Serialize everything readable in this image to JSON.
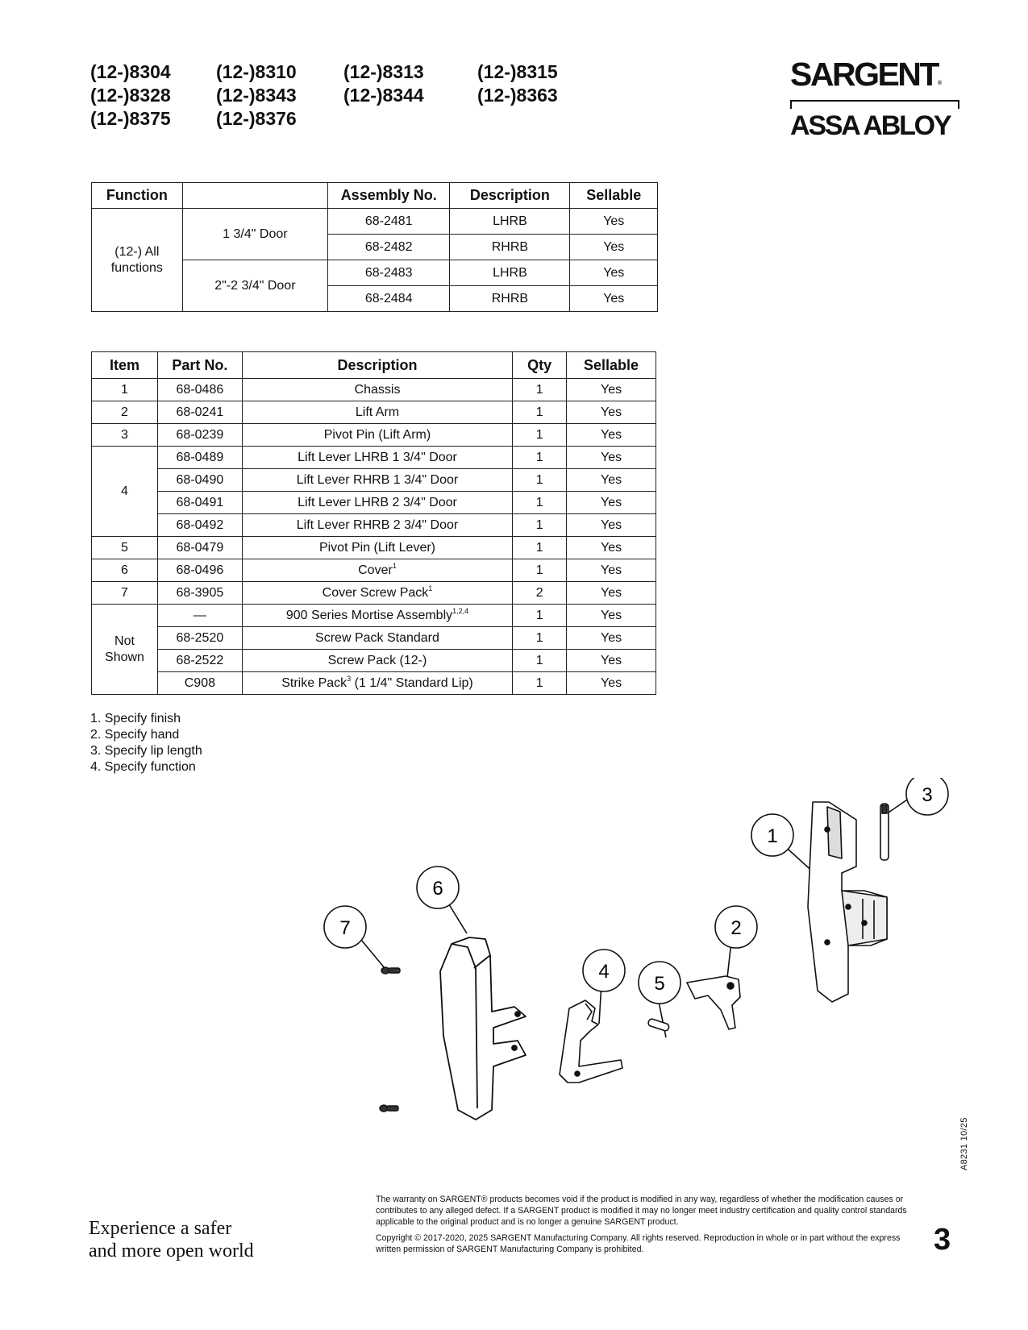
{
  "models": [
    "(12-)8304",
    "(12-)8310",
    "(12-)8313",
    "(12-)8315",
    "(12-)8328",
    "(12-)8343",
    "(12-)8344",
    "(12-)8363",
    "(12-)8375",
    "(12-)8376"
  ],
  "logo": {
    "brand": "SARGENT",
    "parent": "ASSA ABLOY"
  },
  "assembly_table": {
    "headers": [
      "Function",
      "",
      "Assembly No.",
      "Description",
      "Sellable"
    ],
    "function": "(12-) All functions",
    "door_1": "1 3/4\" Door",
    "door_2": "2\"-2 3/4\" Door",
    "rows": [
      {
        "assembly": "68-2481",
        "description": "LHRB",
        "sellable": "Yes"
      },
      {
        "assembly": "68-2482",
        "description": "RHRB",
        "sellable": "Yes"
      },
      {
        "assembly": "68-2483",
        "description": "LHRB",
        "sellable": "Yes"
      },
      {
        "assembly": "68-2484",
        "description": "RHRB",
        "sellable": "Yes"
      }
    ]
  },
  "parts_table": {
    "headers": [
      "Item",
      "Part No.",
      "Description",
      "Qty",
      "Sellable"
    ],
    "rows": [
      {
        "item": "1",
        "part": "68-0486",
        "desc": "Chassis",
        "qty": "1",
        "sellable": "Yes"
      },
      {
        "item": "2",
        "part": "68-0241",
        "desc": "Lift Arm",
        "qty": "1",
        "sellable": "Yes"
      },
      {
        "item": "3",
        "part": "68-0239",
        "desc": "Pivot Pin (Lift Arm)",
        "qty": "1",
        "sellable": "Yes"
      },
      {
        "item": "4",
        "part": "68-0489",
        "desc": "Lift Lever LHRB 1 3/4\" Door",
        "qty": "1",
        "sellable": "Yes"
      },
      {
        "item": "",
        "part": "68-0490",
        "desc": "Lift Lever RHRB 1 3/4\" Door",
        "qty": "1",
        "sellable": "Yes"
      },
      {
        "item": "",
        "part": "68-0491",
        "desc": "Lift Lever LHRB 2 3/4\" Door",
        "qty": "1",
        "sellable": "Yes"
      },
      {
        "item": "",
        "part": "68-0492",
        "desc": "Lift Lever RHRB 2 3/4\" Door",
        "qty": "1",
        "sellable": "Yes"
      },
      {
        "item": "5",
        "part": "68-0479",
        "desc": "Pivot Pin (Lift Lever)",
        "qty": "1",
        "sellable": "Yes"
      },
      {
        "item": "6",
        "part": "68-0496",
        "desc": "Cover",
        "sup": "1",
        "qty": "1",
        "sellable": "Yes"
      },
      {
        "item": "7",
        "part": "68-3905",
        "desc": "Cover Screw Pack",
        "sup": "1",
        "qty": "2",
        "sellable": "Yes"
      },
      {
        "item": "Not Shown",
        "part": "—",
        "desc": "900 Series Mortise Assembly",
        "sup": "1,2,4",
        "qty": "1",
        "sellable": "Yes"
      },
      {
        "item": "",
        "part": "68-2520",
        "desc": "Screw Pack Standard",
        "qty": "1",
        "sellable": "Yes"
      },
      {
        "item": "",
        "part": "68-2522",
        "desc": "Screw Pack (12-)",
        "qty": "1",
        "sellable": "Yes"
      },
      {
        "item": "",
        "part": "C908",
        "desc_pre": "Strike Pack",
        "sup": "3",
        "desc_post": " (1 1/4\" Standard Lip)",
        "qty": "1",
        "sellable": "Yes"
      }
    ]
  },
  "notes": [
    "1. Specify finish",
    "2. Specify hand",
    "3. Specify lip length",
    "4. Specify function"
  ],
  "diagram_callouts": [
    "1",
    "2",
    "3",
    "4",
    "5",
    "6",
    "7"
  ],
  "doc_number": "A8231 10/25",
  "tagline_1": "Experience a safer",
  "tagline_2": "and more open world",
  "warranty": "The warranty on SARGENT® products becomes void if the product is modified in any way, regardless of whether the modification causes or contributes to any alleged defect. If a SARGENT product is modified it may no longer meet industry certification and quality control standards applicable to the original product and is no longer a genuine SARGENT product.",
  "copyright": "Copyright © 2017-2020, 2025 SARGENT Manufacturing Company. All rights reserved. Reproduction in whole or in part without the express written permission of SARGENT Manufacturing Company is prohibited.",
  "page_number": "3"
}
